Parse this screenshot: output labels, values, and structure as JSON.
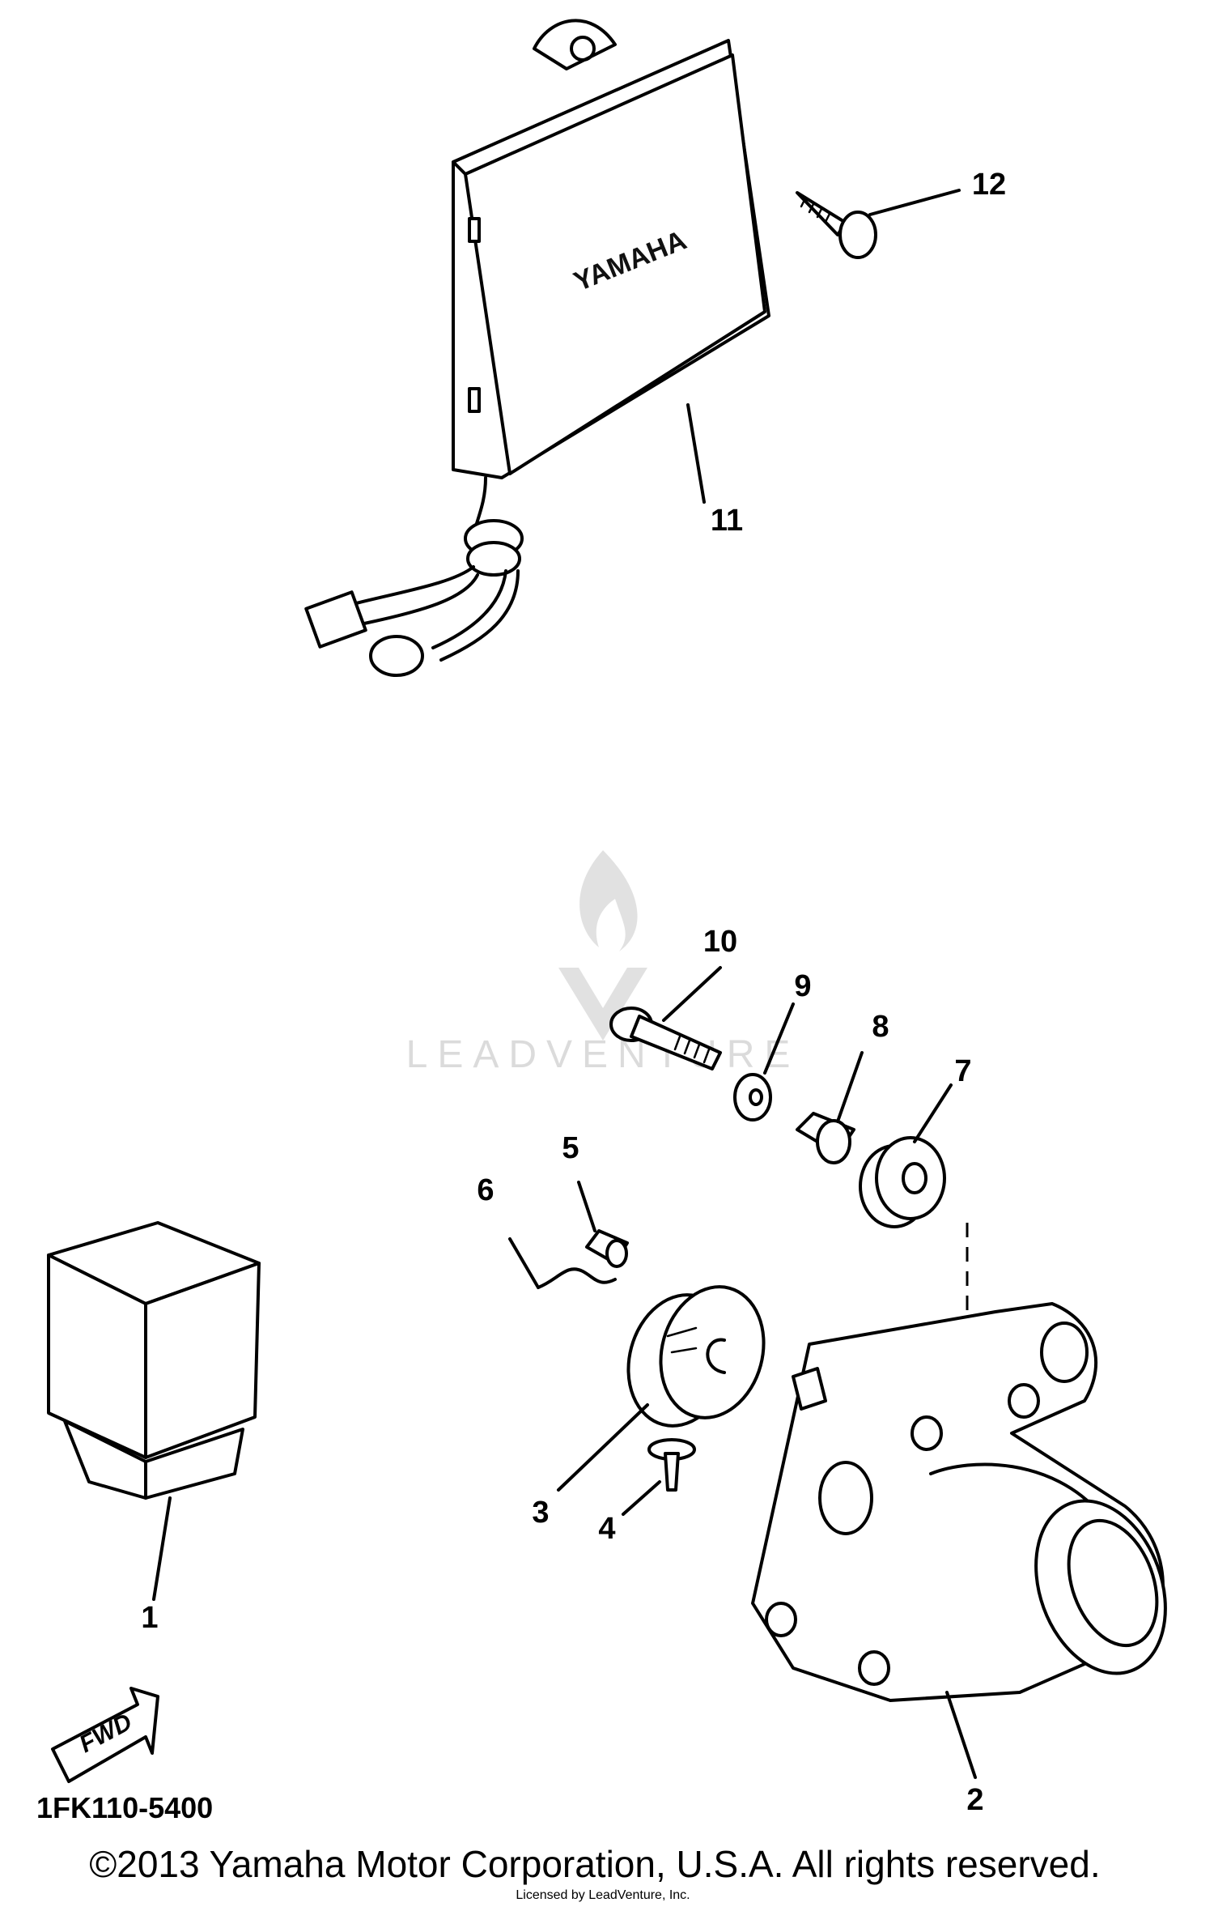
{
  "callouts": {
    "c1": "1",
    "c2": "2",
    "c3": "3",
    "c4": "4",
    "c5": "5",
    "c6": "6",
    "c7": "7",
    "c8": "8",
    "c9": "9",
    "c10": "10",
    "c11": "11",
    "c12": "12"
  },
  "module_brand": "YAMAHA",
  "fwd_label": "FWD",
  "part_code": "1FK110-5400",
  "copyright": "©2013 Yamaha Motor Corporation, U.S.A. All rights reserved.",
  "licensed_line": "Licensed by LeadVenture, Inc.",
  "watermark": "LEADVENTURE"
}
